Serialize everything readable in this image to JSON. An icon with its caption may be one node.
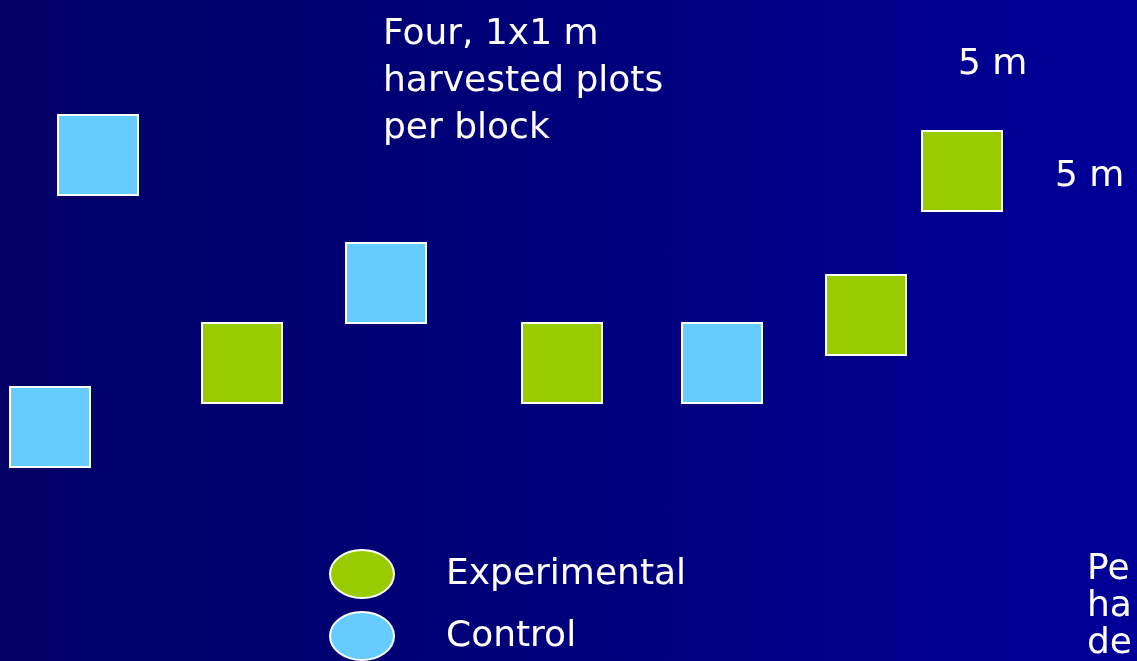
{
  "diagram": {
    "nodes": [
      {
        "text": [],
        "shape": "box"
      },
      {
        "text": [],
        "shape": "box"
      },
      {
        "text": [],
        "shape": "box"
      },
      {
        "text": [],
        "shape": "box"
      },
      {
        "text": [],
        "shape": "box"
      },
      {
        "text": [],
        "shape": "box"
      },
      {
        "text": [],
        "shape": "box"
      },
      {
        "text": [],
        "shape": "box"
      }
    ],
    "labels": [
      "Four, 1x1 m harvested plots per block",
      "5 m",
      "5 m",
      "Pe ha de"
    ],
    "legend": [
      {
        "text": "Experimental",
        "color": "#99cc00"
      },
      {
        "text": "Control",
        "color": "#66ccff"
      }
    ]
  }
}
